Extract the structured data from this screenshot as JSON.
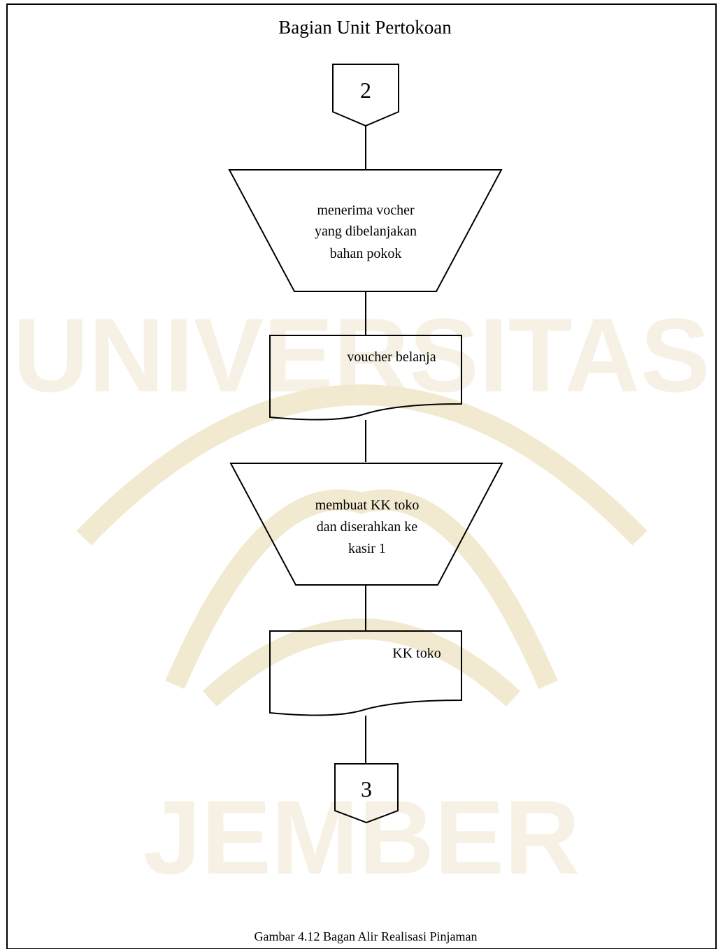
{
  "diagram": {
    "lane_title": "Bagian Unit Pertokoan",
    "connector_in": "2",
    "step1_lines": [
      "menerima vocher",
      "yang dibelanjakan",
      "bahan pokok"
    ],
    "doc1_label": "voucher belanja",
    "step2_lines": [
      "membuat KK toko",
      "dan diserahkan ke",
      "kasir 1"
    ],
    "doc2_label": "KK toko",
    "connector_out": "3"
  },
  "caption": "Gambar 4.12 Bagan Alir Realisasi Pinjaman",
  "watermark": {
    "text": "UNIVERSITAS JEMBER",
    "color": "#efe7cf"
  }
}
